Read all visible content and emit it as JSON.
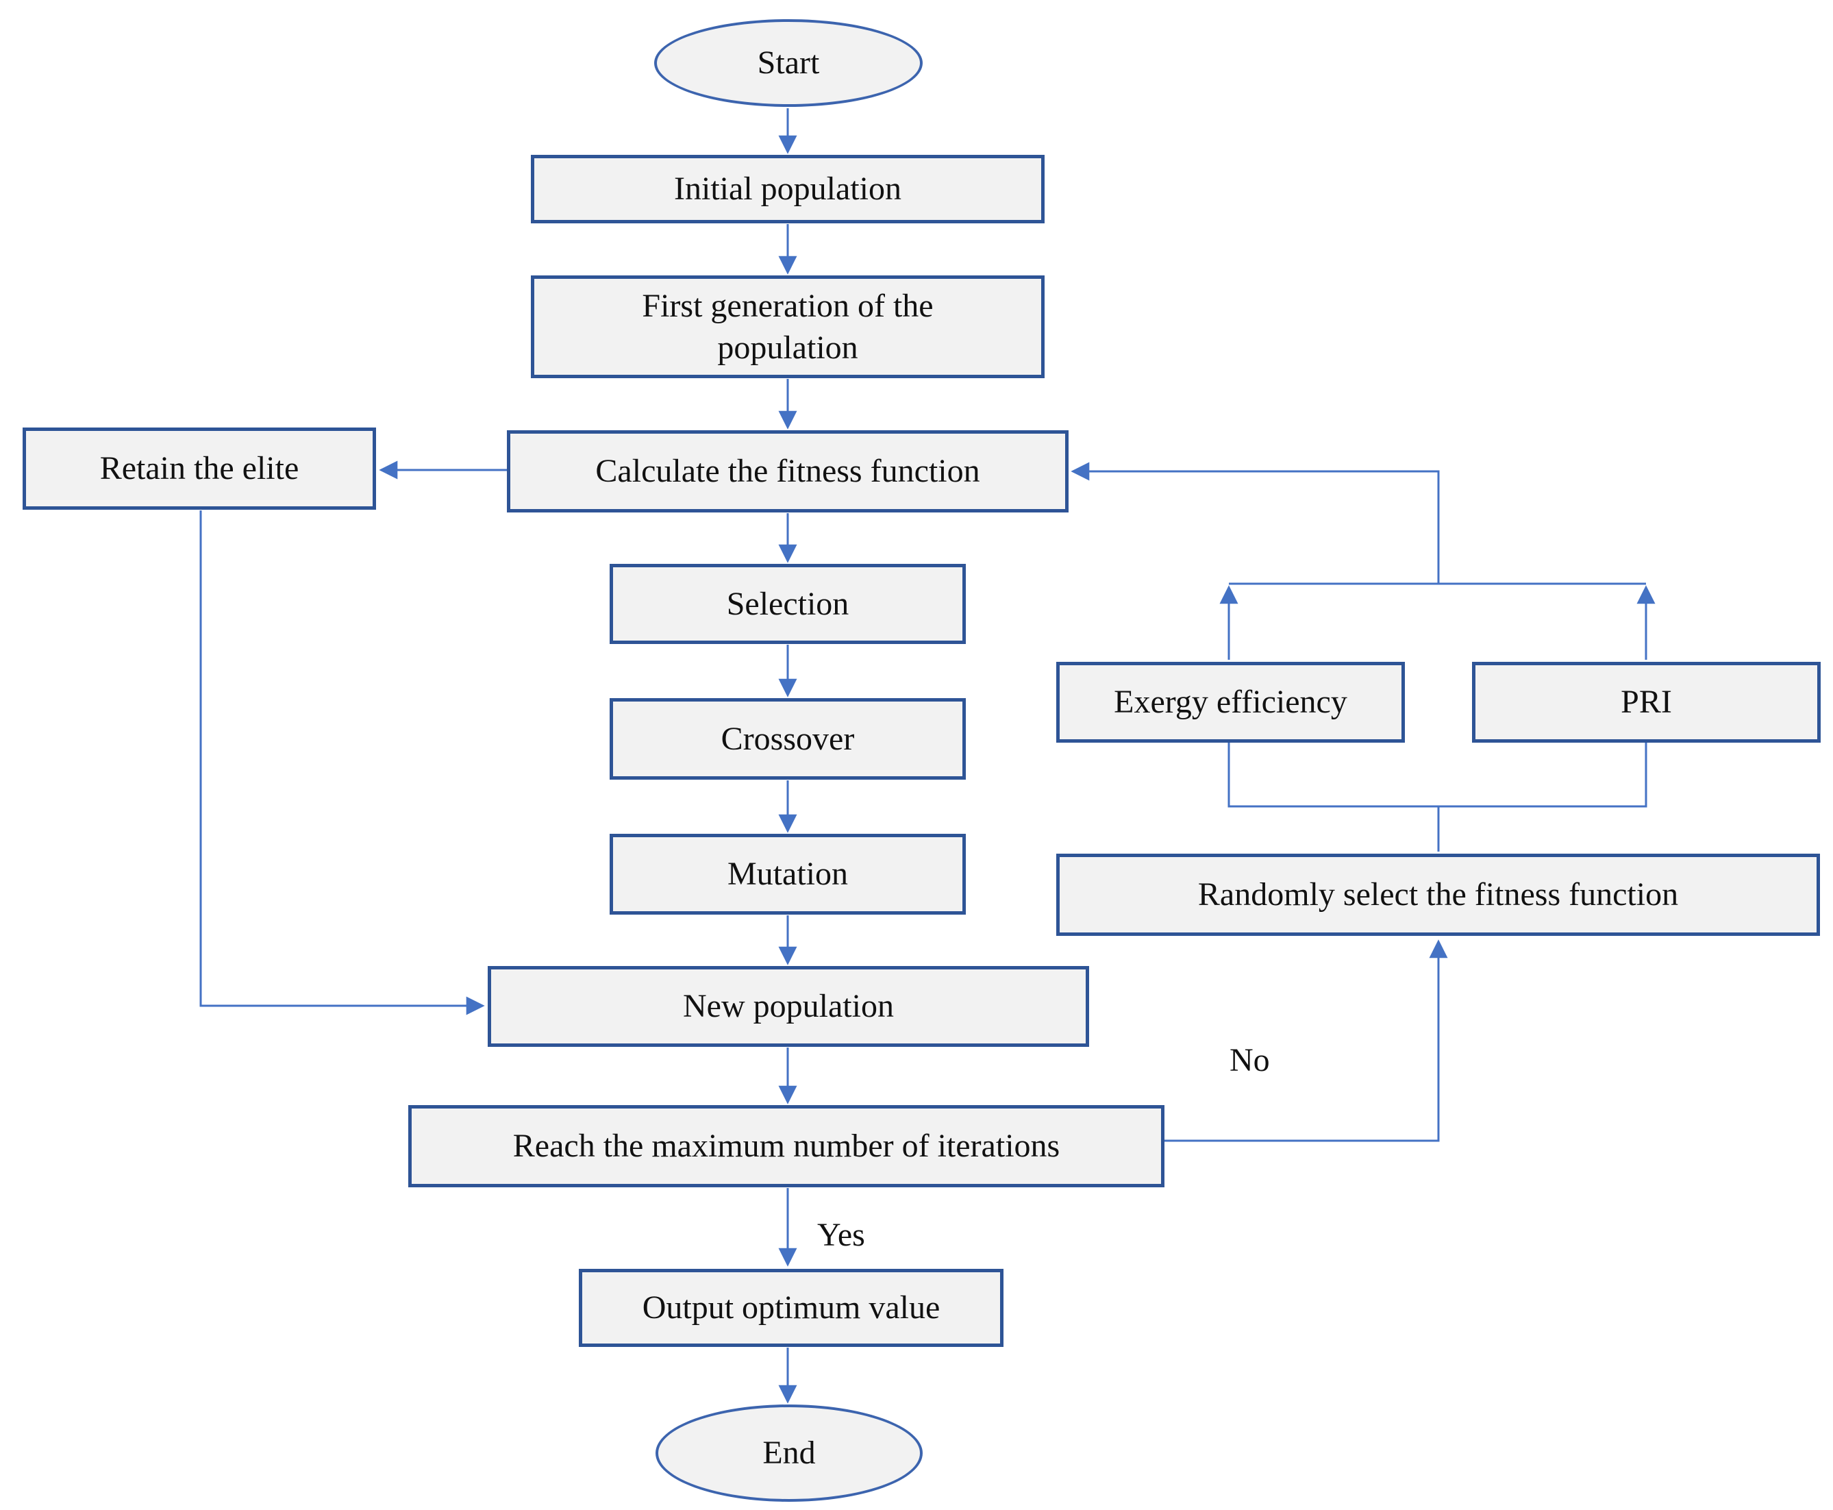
{
  "diagram": {
    "nodes": {
      "start": "Start",
      "initial_population": "Initial population",
      "first_generation": "First generation of the population",
      "calculate_fitness": "Calculate the fitness function",
      "retain_elite": "Retain the elite",
      "selection": "Selection",
      "crossover": "Crossover",
      "mutation": "Mutation",
      "new_population": "New population",
      "reach_max_iterations": "Reach the maximum number of iterations",
      "output_optimum": "Output optimum value",
      "end": "End",
      "exergy_efficiency": "Exergy efficiency",
      "pri": "PRI",
      "randomly_select": "Randomly select the fitness function"
    },
    "edge_labels": {
      "yes": "Yes",
      "no": "No"
    },
    "colors": {
      "node_border": "#2e5496",
      "ellipse_border": "#3c64ae",
      "node_fill": "#f2f2f2",
      "connector": "#4472c4",
      "text": "#111111"
    }
  }
}
